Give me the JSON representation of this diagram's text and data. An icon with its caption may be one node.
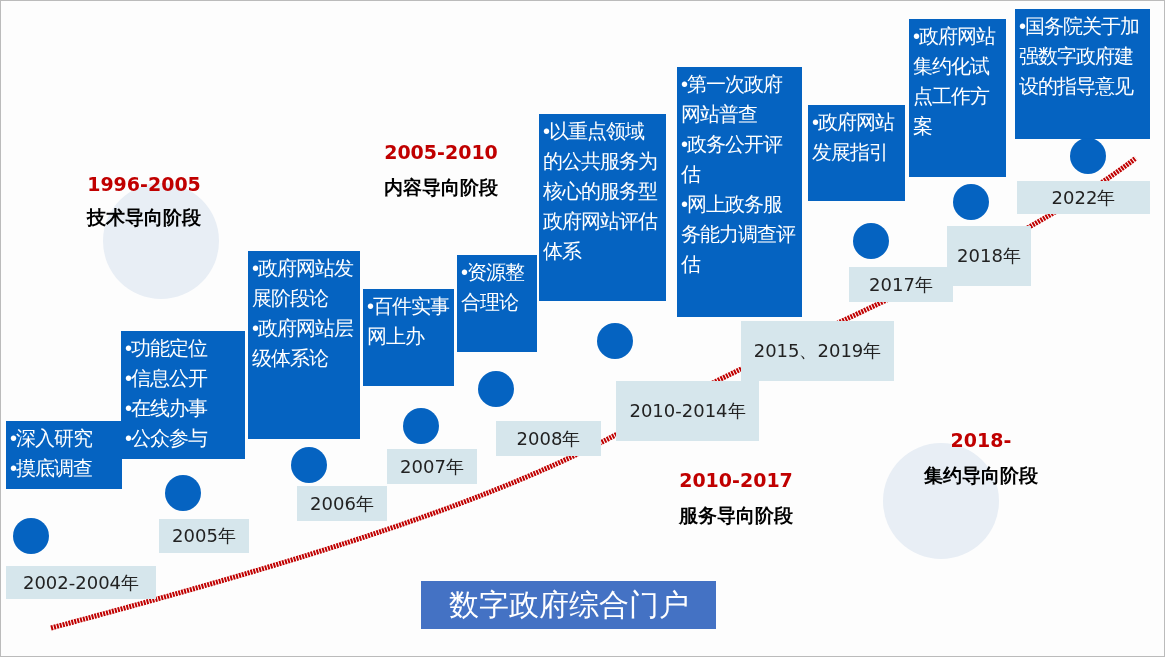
{
  "diagram": {
    "nodes": [
      {
        "text": [
          "•深入研究",
          "•摸底调查"
        ]
      },
      {
        "text": [],
        "shape": "circle"
      },
      {
        "text": [
          "2002-2004年"
        ]
      },
      {
        "text": [
          "•功能定位",
          "•信息公开",
          "•在线办事",
          "•公众参与"
        ]
      },
      {
        "text": [],
        "shape": "circle"
      },
      {
        "text": [
          "2005年"
        ]
      },
      {
        "text": [
          "•政府网站发展阶段论",
          "•政府网站层级体系论"
        ]
      },
      {
        "text": [],
        "shape": "circle"
      },
      {
        "text": [
          "2006年"
        ]
      },
      {
        "text": [
          "•百件实事网上办"
        ]
      },
      {
        "text": [],
        "shape": "circle"
      },
      {
        "text": [
          "2007年"
        ]
      },
      {
        "text": [
          "•资源整合理论"
        ]
      },
      {
        "text": [],
        "shape": "circle"
      },
      {
        "text": [
          "2008年"
        ]
      },
      {
        "text": [
          "•以重点领域的公共服务为核心的服务型政府网站评估体系"
        ]
      },
      {
        "text": [],
        "shape": "circle"
      },
      {
        "text": [
          "2010-2014年"
        ]
      },
      {
        "text": [
          "•第一次政府网站普查",
          "•政务公开评估",
          "•网上政务服务能力调查评估"
        ]
      },
      {
        "text": [
          "2015、2019年"
        ]
      },
      {
        "text": [
          "•政府网站发展指引"
        ]
      },
      {
        "text": [],
        "shape": "circle"
      },
      {
        "text": [
          "2017年"
        ]
      },
      {
        "text": [
          "•政府网站集约化试点工作方案"
        ]
      },
      {
        "text": [],
        "shape": "circle"
      },
      {
        "text": [
          "2018年"
        ]
      },
      {
        "text": [
          "•国务院关于加强数字政府建设的指导意见"
        ]
      },
      {
        "text": [],
        "shape": "circle"
      },
      {
        "text": [
          "2022年"
        ]
      },
      {
        "text": [
          "数字政府综合门户"
        ]
      }
    ],
    "labels": [
      "2005-2010",
      "内容导向阶段",
      "1996-2005",
      "技术导向阶段",
      "2018-",
      "集约导向阶段",
      "2010-2017",
      "服务导向阶段"
    ]
  }
}
